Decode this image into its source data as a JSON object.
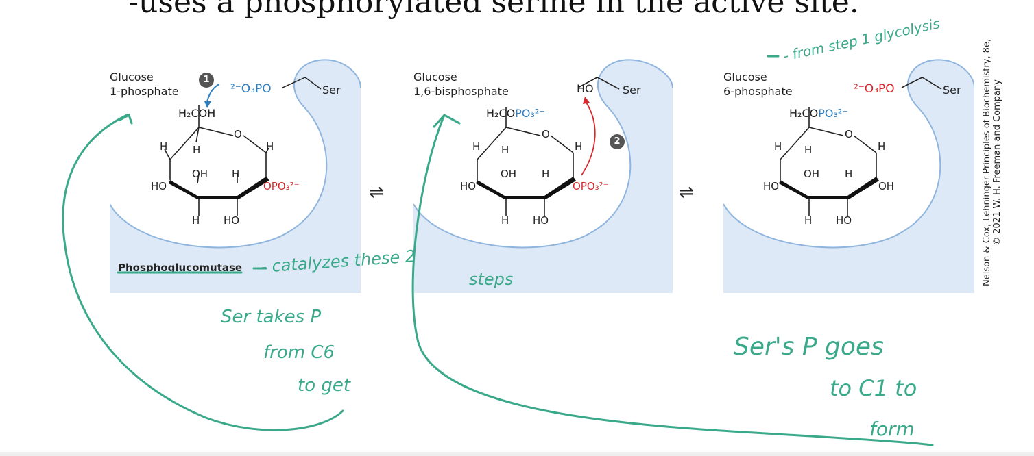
{
  "title": "-uses a phosphorylated serine in the active site.",
  "panels": [
    {
      "label_line1": "Glucose",
      "label_line2": "1-phosphate",
      "ser_group": "²⁻O₃PO",
      "ser": "Ser",
      "c6": "H₂COH",
      "c1": "OPO₃²⁻",
      "step": "1"
    },
    {
      "label_line1": "Glucose",
      "label_line2": "1,6-bisphosphate",
      "ser_group": "HO",
      "ser": "Ser",
      "c6_a": "H₂CO",
      "c6_b": "PO₃²⁻",
      "c1": "OPO₃²⁻",
      "step": "2"
    },
    {
      "label_line1": "Glucose",
      "label_line2": "6-phosphate",
      "ser_group": "²⁻O₃PO",
      "ser": "Ser",
      "c6_a": "H₂CO",
      "c6_b": "PO₃²⁻",
      "c1": "OH"
    }
  ],
  "ring_atoms": {
    "O": "O",
    "H": "H",
    "OH": "OH",
    "HO": "HO"
  },
  "enzyme": "Phosphoglucomutase",
  "equilibrium": "⇌",
  "credit_line1": "Nelson & Cox, Lehninger Principles of Biochemistry, 8e,",
  "credit_line2": "© 2021 W. H. Freeman and Company",
  "annotations": {
    "top_right": "- from step 1 glycolysis",
    "catalyzes": "- catalyzes these 2",
    "steps": "steps",
    "ser_takes_1": "Ser takes P",
    "ser_takes_2": "from C6",
    "ser_takes_3": "to get",
    "sers_p_1": "Ser's  P  goes",
    "sers_p_2": "to C1  to",
    "sers_p_3": "form"
  },
  "colors": {
    "enzyme_fill": "#dde9f6",
    "enzyme_edge": "#8fb5de",
    "blue": "#2e7fc1",
    "red": "#d6282c",
    "ink": "#3aa98a"
  }
}
